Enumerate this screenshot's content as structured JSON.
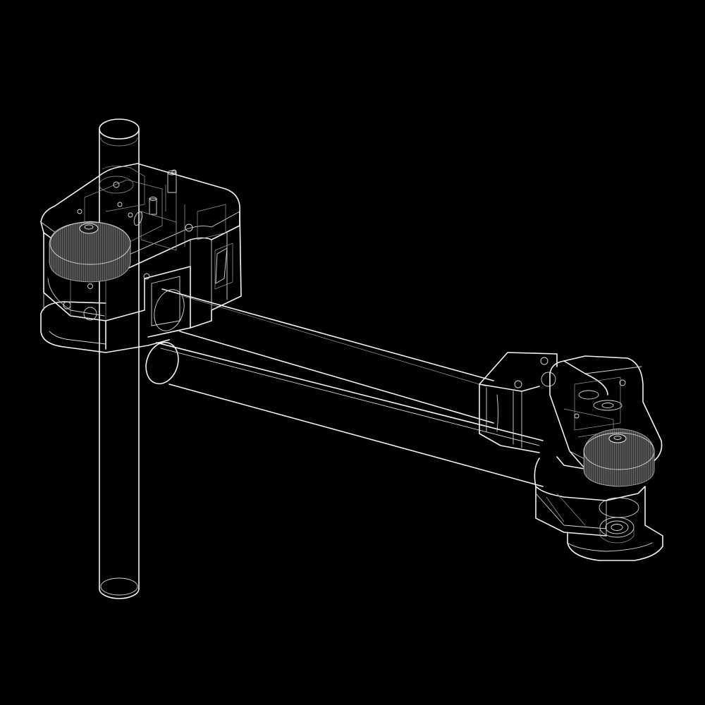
{
  "figure": {
    "style": "wireframe line drawing",
    "background_color": "#000000",
    "line_color": "#f2f2f2",
    "parts": [
      "vertical-post",
      "shoulder-housing",
      "upper-arm-tubes",
      "elbow-housing",
      "gear",
      "bearing"
    ]
  }
}
